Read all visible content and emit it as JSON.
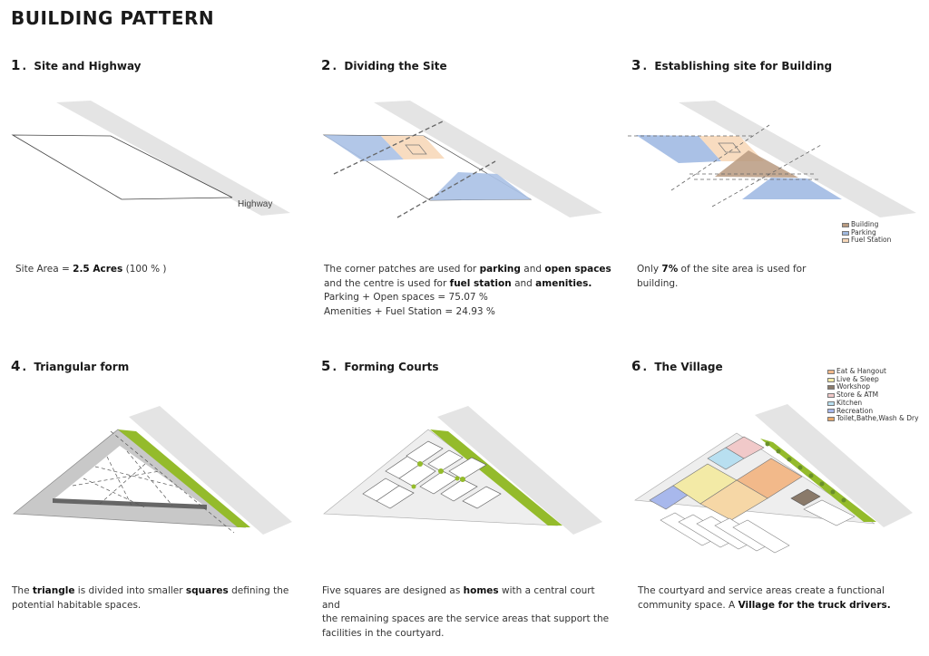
{
  "page": {
    "title": "BUILDING PATTERN"
  },
  "steps": [
    {
      "num": "1",
      "sep": ".",
      "title": "Site and Highway",
      "desc": [
        [
          {
            "t": "Site Area = "
          },
          {
            "t": "2.5 Acres",
            "b": true
          },
          {
            "t": " (100 % )"
          }
        ]
      ]
    },
    {
      "num": "2",
      "sep": ".",
      "title": "Dividing the Site",
      "desc": [
        [
          {
            "t": "The corner patches are used for "
          },
          {
            "t": "parking",
            "b": true
          },
          {
            "t": " and "
          },
          {
            "t": "open spaces",
            "b": true
          }
        ],
        [
          {
            "t": "and the centre is used for "
          },
          {
            "t": "fuel station",
            "b": true
          },
          {
            "t": " and "
          },
          {
            "t": "amenities.",
            "b": true
          }
        ],
        [
          {
            "t": "Parking + Open spaces = 75.07 %"
          }
        ],
        [
          {
            "t": "Amenities + Fuel Station = 24.93 %"
          }
        ]
      ]
    },
    {
      "num": "3",
      "sep": ".",
      "title": "Establishing site for Building",
      "desc": [
        [
          {
            "t": "Only "
          },
          {
            "t": "7%",
            "b": true
          },
          {
            "t": " of the site area is used for"
          }
        ],
        [
          {
            "t": "building."
          }
        ]
      ]
    },
    {
      "num": "4",
      "sep": ".",
      "title": "Triangular form",
      "desc": [
        [
          {
            "t": "The "
          },
          {
            "t": "triangle",
            "b": true
          },
          {
            "t": " is divided into smaller "
          },
          {
            "t": "squares",
            "b": true
          },
          {
            "t": " defining the"
          }
        ],
        [
          {
            "t": "potential habitable spaces."
          }
        ]
      ]
    },
    {
      "num": "5",
      "sep": ".",
      "title": "Forming Courts",
      "desc": [
        [
          {
            "t": "Five squares are designed as "
          },
          {
            "t": "homes",
            "b": true
          },
          {
            "t": " with a central court and"
          }
        ],
        [
          {
            "t": "the remaining spaces are the service areas that support the"
          }
        ],
        [
          {
            "t": "facilities in the courtyard."
          }
        ]
      ]
    },
    {
      "num": "6",
      "sep": ".",
      "title": "The Village",
      "desc": [
        [
          {
            "t": "The courtyard and service areas create a functional"
          }
        ],
        [
          {
            "t": "community space. A "
          },
          {
            "t": "Village for the truck drivers.",
            "b": true
          }
        ]
      ]
    }
  ],
  "diagram1": {
    "highway_label": "Highway"
  },
  "legend3": [
    {
      "label": "Building",
      "color": "#b89a80"
    },
    {
      "label": "Parking",
      "color": "#9fb8df"
    },
    {
      "label": "Fuel Station",
      "color": "#f6d6b8"
    }
  ],
  "legend6": [
    {
      "label": "Eat & Hangout",
      "color": "#f2b98a"
    },
    {
      "label": "Live & Sleep",
      "color": "#f3eaa6"
    },
    {
      "label": "Workshop",
      "color": "#8a7a6a"
    },
    {
      "label": "Store & ATM",
      "color": "#f1c9c9"
    },
    {
      "label": "Kitchen",
      "color": "#b8dff0"
    },
    {
      "label": "Recreation",
      "color": "#a8b8ec"
    },
    {
      "label": "Toilet,Bathe,Wash & Dry",
      "color": "#e8a86a"
    }
  ],
  "colors": {
    "highway": "#e3e3e3",
    "green": "#94bb2b",
    "parking": "#a9c0e6",
    "fuel": "#f8dcc0",
    "building": "#b79a80"
  }
}
